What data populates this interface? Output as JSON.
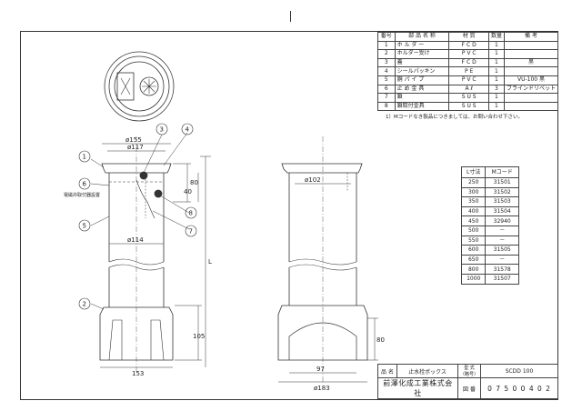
{
  "parts_table": {
    "headers": [
      "番号",
      "部 品 名 称",
      "材 質",
      "数量",
      "備 考"
    ],
    "rows": [
      [
        "1",
        "ホ ル ダ ー",
        "F C D",
        "1",
        ""
      ],
      [
        "2",
        "ホルダー受け",
        "P V C",
        "1",
        ""
      ],
      [
        "3",
        "蓋",
        "F C D",
        "1",
        "黒"
      ],
      [
        "4",
        "シールパッキン",
        "P E",
        "1",
        ""
      ],
      [
        "5",
        "胴 パ イ プ",
        "P V C",
        "1",
        "VU-100 黒"
      ],
      [
        "6",
        "止 め 金 具",
        "A ℓ",
        "3",
        "ブラインドリベット"
      ],
      [
        "7",
        "鎖",
        "S U S",
        "1",
        ""
      ],
      [
        "8",
        "鎖取付金具",
        "S U S",
        "1",
        ""
      ]
    ]
  },
  "note": "1）Mコードなき製品につきましては、お問い合わせ下さい。",
  "mcode_table": {
    "headers": [
      "L寸法",
      "Mコード"
    ],
    "rows": [
      [
        "250",
        "31501"
      ],
      [
        "300",
        "31502"
      ],
      [
        "350",
        "31503"
      ],
      [
        "400",
        "31504"
      ],
      [
        "450",
        "32940"
      ],
      [
        "500",
        "－"
      ],
      [
        "550",
        "－"
      ],
      [
        "600",
        "31505"
      ],
      [
        "650",
        "－"
      ],
      [
        "800",
        "31578"
      ],
      [
        "1000",
        "31507"
      ]
    ]
  },
  "title_block": {
    "name_label": "品 名",
    "name_value": "止水栓ボックス",
    "model_label": "型 式（略号）",
    "model_value": "SCDD 100",
    "drawing_label": "図 番",
    "drawing_value": "0 7 5 0 0 4 0 2",
    "company": "前澤化成工業株式会社"
  },
  "dimensions": {
    "d155": "ø155",
    "d117": "ø117",
    "d114": "ø114",
    "w153": "153",
    "h80_top": "80",
    "h40": "40",
    "h105": "105",
    "len": "L",
    "d102": "ø102",
    "w97": "97",
    "d183": "ø183",
    "h80_base": "80"
  },
  "callouts": [
    "1",
    "2",
    "3",
    "4",
    "5",
    "6",
    "7",
    "8"
  ],
  "side_note": "電磁弁取付器設置",
  "colors": {
    "line": "#333333",
    "paper": "#ffffff"
  }
}
